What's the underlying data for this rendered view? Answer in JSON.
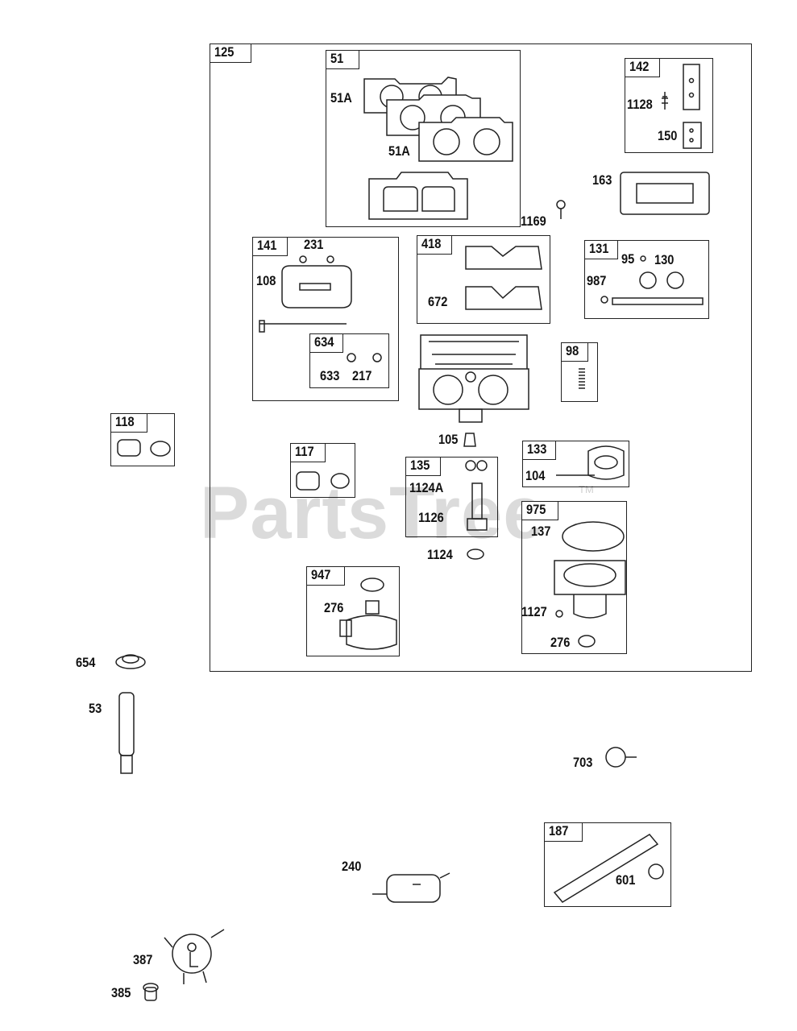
{
  "watermark": {
    "text": "PartsTree",
    "trademark": "TM"
  },
  "groups": {
    "g125": "125",
    "g51": "51",
    "g142": "142",
    "g141": "141",
    "g418": "418",
    "g131": "131",
    "g634": "634",
    "g98": "98",
    "g118": "118",
    "g117": "117",
    "g135": "135",
    "g133": "133",
    "g975": "975",
    "g947": "947",
    "g187": "187"
  },
  "labels": {
    "p51a_1": "51A",
    "p51a_2": "51A",
    "p1128": "1128",
    "p150": "150",
    "p163": "163",
    "p1169": "1169",
    "p231": "231",
    "p108": "108",
    "p672": "672",
    "p95": "95",
    "p130": "130",
    "p987": "987",
    "p633": "633",
    "p217": "217",
    "p105": "105",
    "p1124a": "1124A",
    "p1126": "1126",
    "p1124": "1124",
    "p104": "104",
    "p137": "137",
    "p1127": "1127",
    "p276a": "276",
    "p276b": "276",
    "p654": "654",
    "p53": "53",
    "p703": "703",
    "p240": "240",
    "p601": "601",
    "p387": "387",
    "p385": "385"
  }
}
